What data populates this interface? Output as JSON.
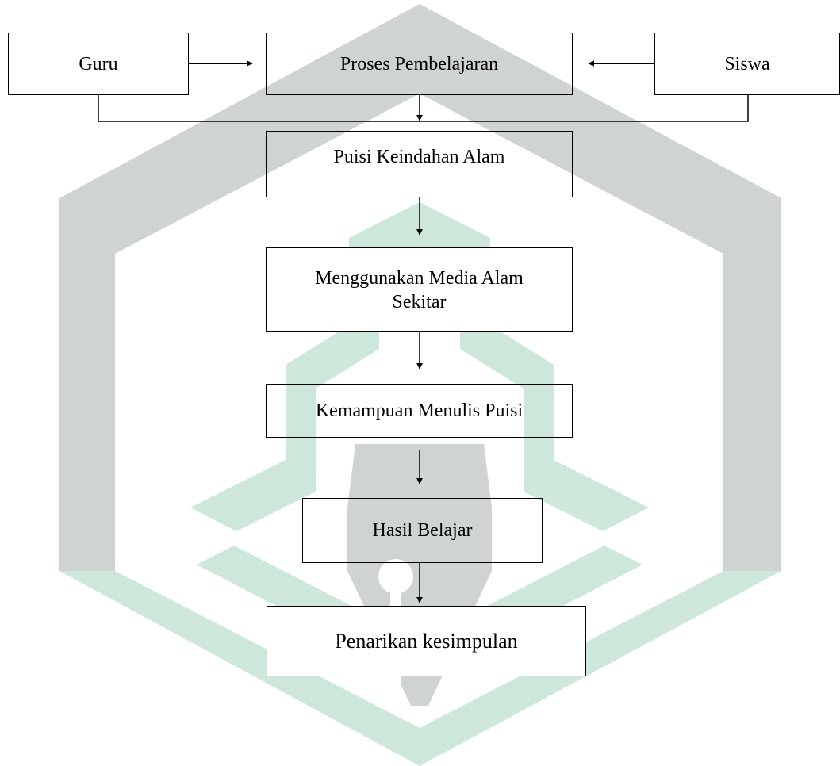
{
  "watermark": {
    "name": "university-logo-watermark",
    "colors": {
      "gray": "#cfd4d2",
      "green": "#cde8da"
    }
  },
  "nodes": {
    "guru": "Guru",
    "siswa": "Siswa",
    "proses": "Proses Pembelajaran",
    "puisi": "Puisi Keindahan Alam",
    "media_line1": "Menggunakan Media Alam",
    "media_line2": "Sekitar",
    "kemampuan": "Kemampuan Menulis Puisi",
    "hasil": "Hasil Belajar",
    "penarikan": "Penarikan kesimpulan"
  },
  "edges": [
    {
      "from": "Guru",
      "to": "Proses Pembelajaran"
    },
    {
      "from": "Siswa",
      "to": "Proses Pembelajaran"
    },
    {
      "from": "Guru",
      "to": "Puisi Keindahan Alam"
    },
    {
      "from": "Siswa",
      "to": "Puisi Keindahan Alam"
    },
    {
      "from": "Proses Pembelajaran",
      "to": "Puisi Keindahan Alam"
    },
    {
      "from": "Puisi Keindahan Alam",
      "to": "Menggunakan Media Alam Sekitar"
    },
    {
      "from": "Menggunakan Media Alam Sekitar",
      "to": "Kemampuan Menulis Puisi"
    },
    {
      "from": "Kemampuan Menulis Puisi",
      "to": "Hasil Belajar"
    },
    {
      "from": "Hasil Belajar",
      "to": "Penarikan kesimpulan"
    }
  ]
}
